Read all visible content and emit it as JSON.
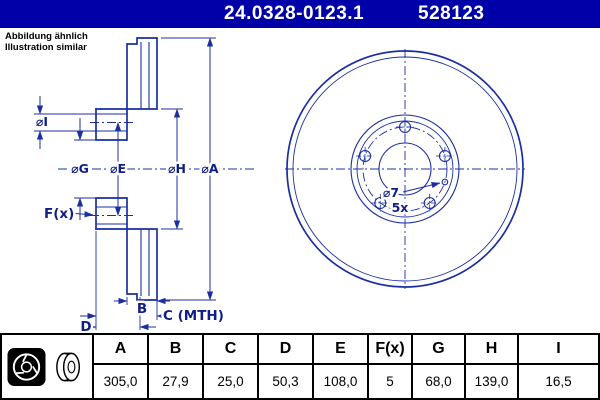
{
  "colors": {
    "header_bg": "#0000a8",
    "line": "#1b2fa0",
    "label": "#101f85"
  },
  "header": {
    "part_number": "24.0328-0123.1",
    "ref_number": "528123"
  },
  "note": {
    "line1": "Abbildung ähnlich",
    "line2": "Illustration similar"
  },
  "drawing": {
    "labels": {
      "dia_i": "⌀I",
      "dia_g": "⌀G",
      "dia_e": "⌀E",
      "dia_h": "⌀H",
      "dia_a": "⌀A",
      "fx": "F(x)",
      "b": "B",
      "c": "C (MTH)",
      "d": "D",
      "hole": "⌀7",
      "count": "5x"
    }
  },
  "table": {
    "columns": [
      {
        "header": "A",
        "value": "305,0"
      },
      {
        "header": "B",
        "value": "27,9"
      },
      {
        "header": "C",
        "value": "25,0"
      },
      {
        "header": "D",
        "value": "50,3"
      },
      {
        "header": "E",
        "value": "108,0"
      },
      {
        "header": "F(x)",
        "value": "5"
      },
      {
        "header": "G",
        "value": "68,0"
      },
      {
        "header": "H",
        "value": "139,0"
      },
      {
        "header": "I",
        "value": "16,5"
      }
    ]
  }
}
